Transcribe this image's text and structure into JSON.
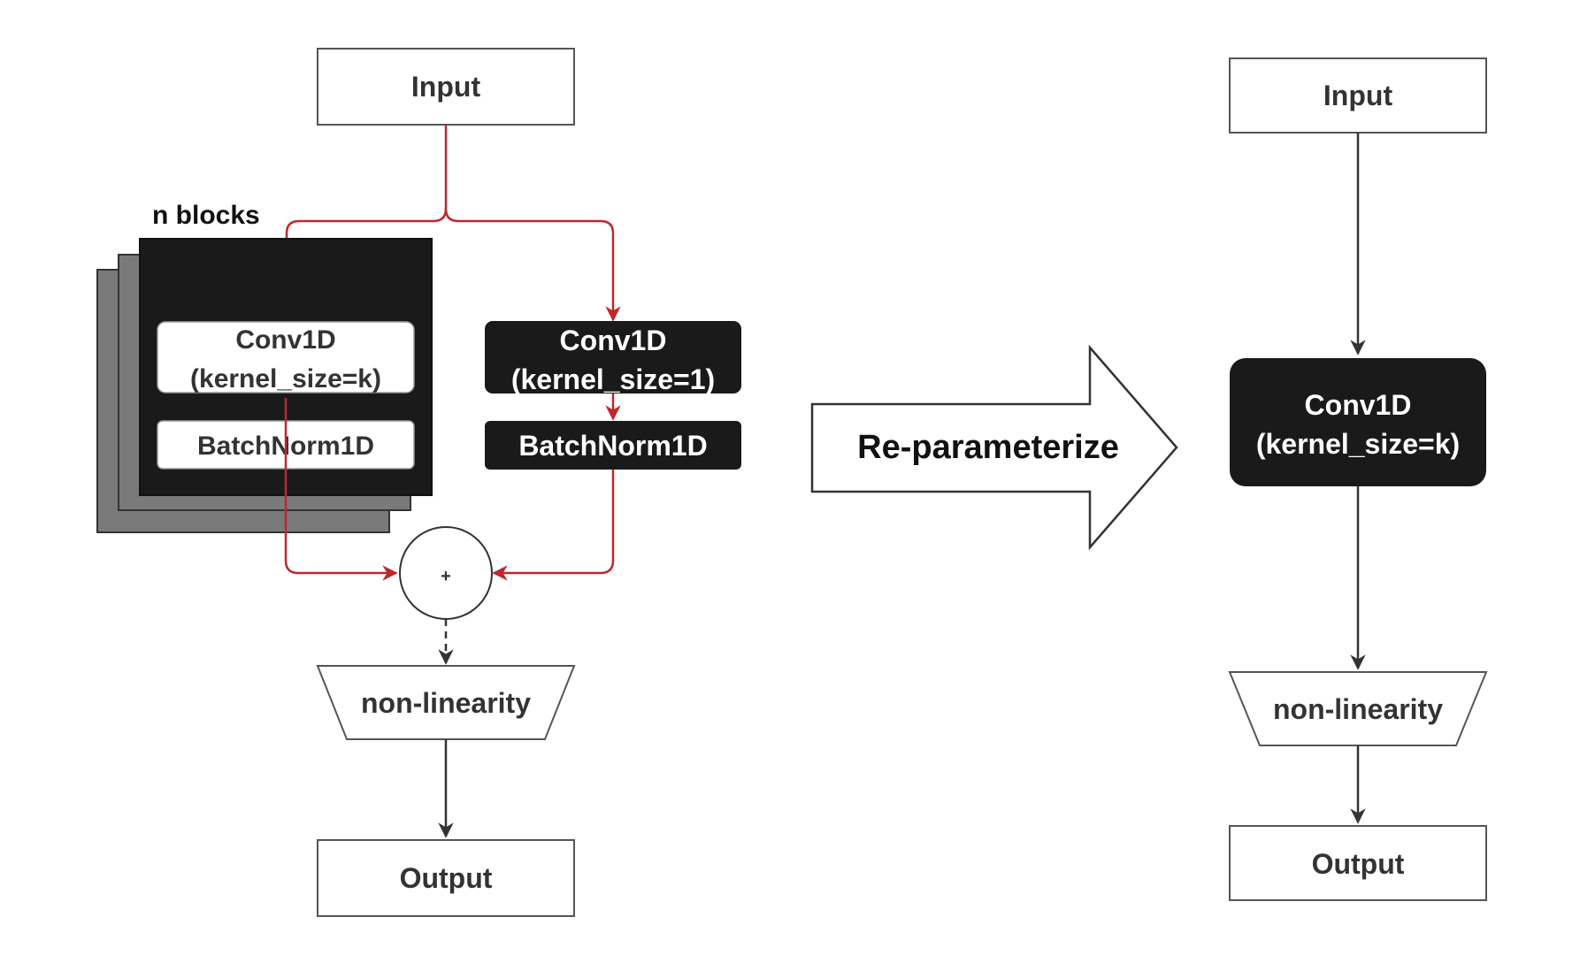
{
  "left_diagram": {
    "input_label": "Input",
    "stack_label": "n blocks",
    "branch_k": {
      "line1": "Conv1D",
      "line2": "(kernel_size=k)",
      "norm": "BatchNorm1D"
    },
    "branch_1": {
      "line1": "Conv1D",
      "line2": "(kernel_size=1)",
      "norm": "BatchNorm1D"
    },
    "sum_symbol": "+",
    "activation_label": "non-linearity",
    "output_label": "Output"
  },
  "transform_arrow": {
    "label": "Re-parameterize"
  },
  "right_diagram": {
    "input_label": "Input",
    "conv": {
      "line1": "Conv1D",
      "line2": "(kernel_size=k)"
    },
    "activation_label": "non-linearity",
    "output_label": "Output"
  },
  "colors": {
    "branch_edges": "#c0272d",
    "plain_edges": "#333333",
    "block_fill": "#1a1a1a",
    "stack_shadow": "#7a7a7a",
    "node_border": "#555555"
  }
}
